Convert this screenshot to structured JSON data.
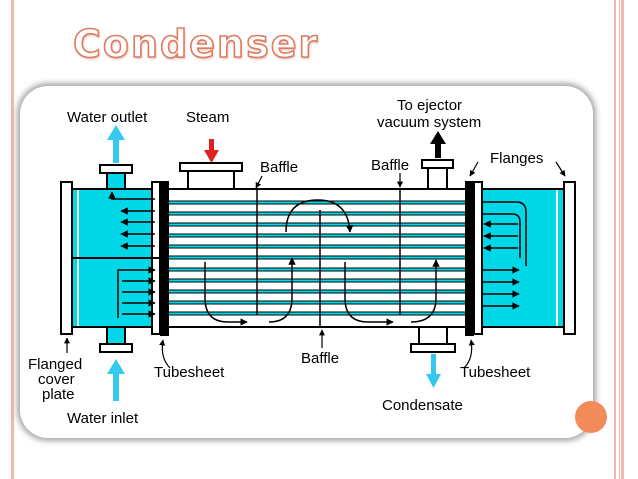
{
  "slide": {
    "title": "Condenser"
  },
  "diagram": {
    "labels": {
      "water_outlet": "Water outlet",
      "steam": "Steam",
      "baffle_top_left": "Baffle",
      "baffle_top_right": "Baffle",
      "baffle_bottom": "Baffle",
      "ejector_line1": "To ejector",
      "ejector_line2": "vacuum system",
      "flanges": "Flanges",
      "flanged_line1": "Flanged",
      "flanged_line2": "cover",
      "flanged_line3": "plate",
      "tubesheet_left": "Tubesheet",
      "tubesheet_right": "Tubesheet",
      "water_inlet": "Water inlet",
      "condensate": "Condensate"
    },
    "colors": {
      "water": "#00d8e8",
      "tubes": "#000000",
      "water_arrow": "#35c8f0",
      "steam_arrow": "#e02020",
      "accent": "#e07a5e"
    }
  }
}
